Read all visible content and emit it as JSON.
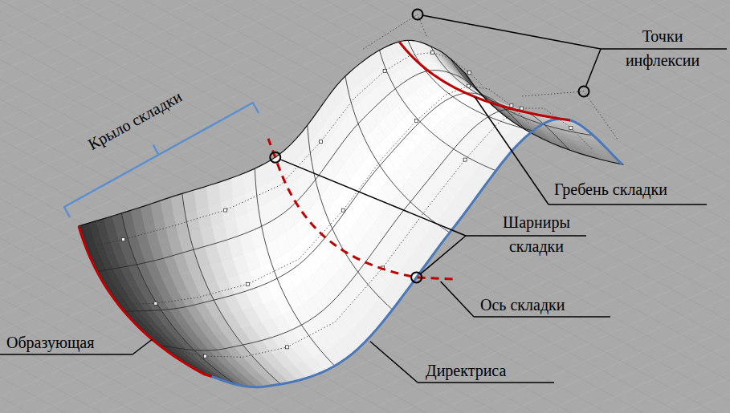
{
  "diagram": {
    "labels": [
      "Точки инфлексии",
      "Крыло складки",
      "Гребень складки",
      "Шарниры складки",
      "Ось складки",
      "Образующая",
      "Директриса"
    ]
  }
}
